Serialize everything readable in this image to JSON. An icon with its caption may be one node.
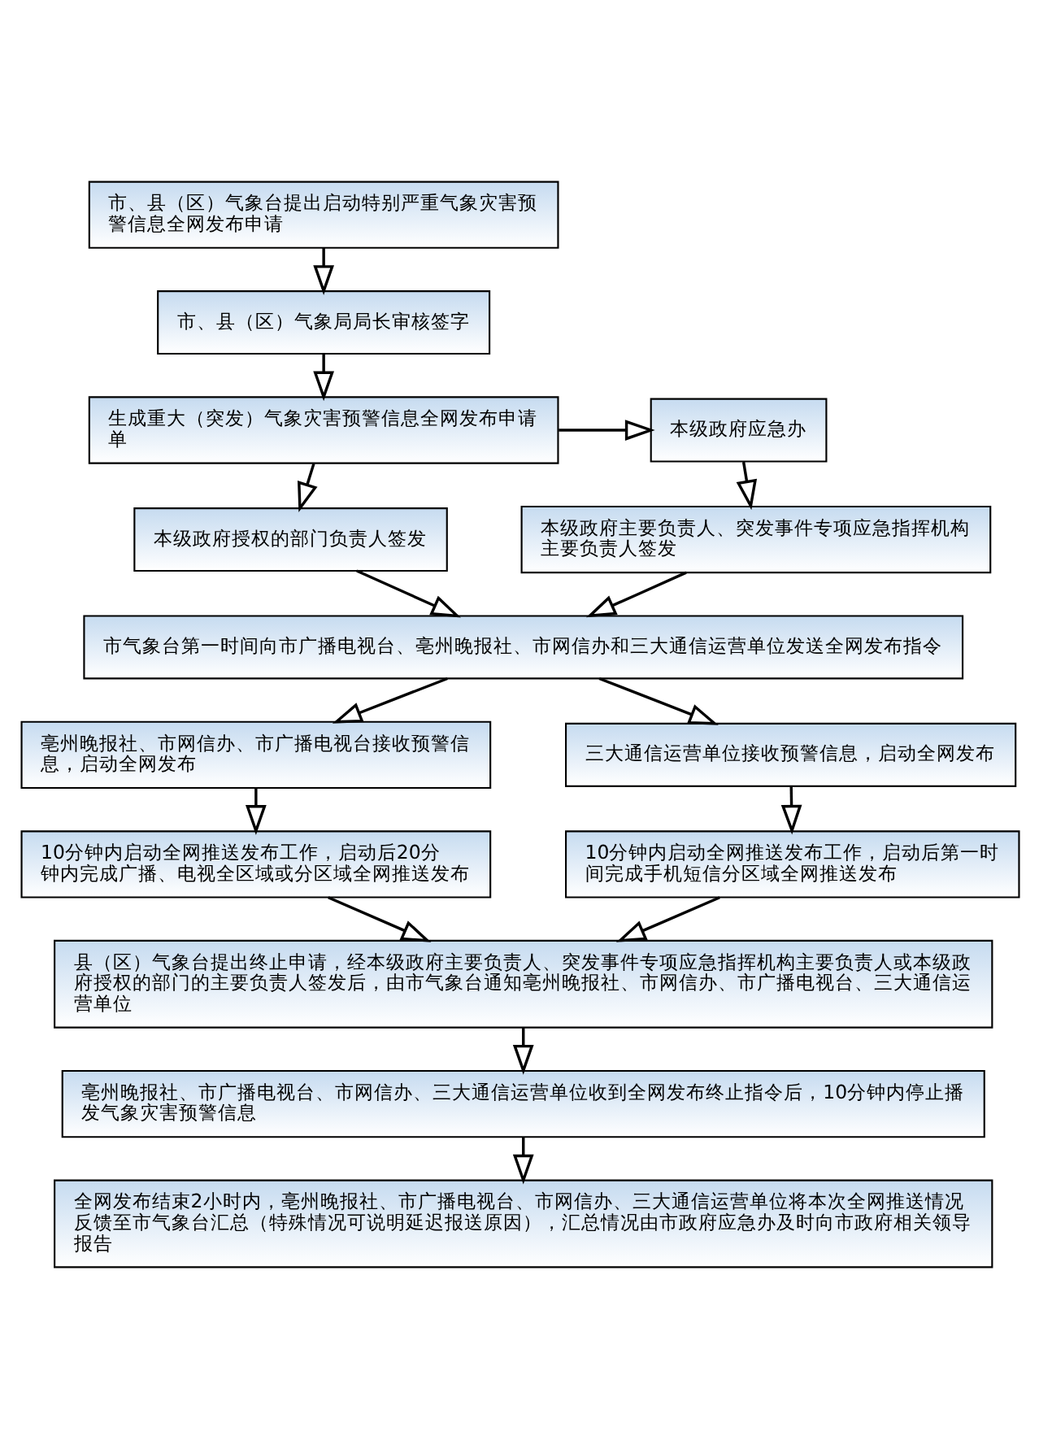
{
  "diagram": {
    "nodes": [
      {
        "text": [
          "市、县（区）气象台提出启动特别严重气象灾害预警信息全网发布申请"
        ]
      },
      {
        "text": [
          "市、县（区）气象局局长审核签字"
        ]
      },
      {
        "text": [
          "生成重大（突发）气象灾害预警信息全网发布申请单"
        ]
      },
      {
        "text": [
          "本级政府应急办"
        ]
      },
      {
        "text": [
          "本级政府授权的部门负责人签发"
        ]
      },
      {
        "text": [
          "本级政府主要负责人、突发事件专项应急指挥机构主要负责人签发"
        ]
      },
      {
        "text": [
          "市气象台第一时间向市广播电视台、亳州晚报社、市网信办和三大通信运营单位发送全网发布指令"
        ]
      },
      {
        "text": [
          "亳州晚报社、市网信办、市广播电视台接收预警信息，启动全网发布"
        ]
      },
      {
        "text": [
          "三大通信运营单位接收预警信息，启动全网发布"
        ]
      },
      {
        "text": [
          "10分钟内启动全网推送发布工作，启动后20分钟内完成广播、电视全区域或分区域全网推送发布"
        ]
      },
      {
        "text": [
          "10分钟内启动全网推送发布工作，启动后第一时间完成手机短信分区域全网推送发布"
        ]
      },
      {
        "text": [
          "县（区）气象台提出终止申请，经本级政府主要负责人、突发事件专项应急指挥机构主要负责人或本级政府授权的部门的主要负责人签发后，由市气象台通知亳州晚报社、市网信办、市广播电视台、三大通信运营单位"
        ]
      },
      {
        "text": [
          "亳州晚报社、市广播电视台、市网信办、三大通信运营单位收到全网发布终止指令后，10分钟内停止播发气象灾害预警信息"
        ]
      },
      {
        "text": [
          "全网发布结束2小时内，亳州晚报社、市广播电视台、市网信办、三大通信运营单位将本次全网推送情况反馈至市气象台汇总（特殊情况可说明延迟报送原因），汇总情况由市政府应急办及时向市政府相关领导报告"
        ]
      }
    ],
    "edges": [
      {
        "from": 0,
        "to": 1,
        "arrow": "to"
      },
      {
        "from": 1,
        "to": 2,
        "arrow": "to"
      },
      {
        "from": 2,
        "to": 3,
        "arrow": "to"
      },
      {
        "from": 2,
        "to": 4,
        "arrow": "to"
      },
      {
        "from": 3,
        "to": 5,
        "arrow": "to"
      },
      {
        "from": 4,
        "to": 6,
        "arrow": "to"
      },
      {
        "from": 5,
        "to": 6,
        "arrow": "to"
      },
      {
        "from": 6,
        "to": 7,
        "arrow": "to"
      },
      {
        "from": 6,
        "to": 8,
        "arrow": "to"
      },
      {
        "from": 7,
        "to": 9,
        "arrow": "to"
      },
      {
        "from": 8,
        "to": 10,
        "arrow": "to"
      },
      {
        "from": 9,
        "to": 11,
        "arrow": "to"
      },
      {
        "from": 10,
        "to": 11,
        "arrow": "to"
      },
      {
        "from": 11,
        "to": 12,
        "arrow": "to"
      },
      {
        "from": 12,
        "to": 13,
        "arrow": "to"
      }
    ]
  }
}
